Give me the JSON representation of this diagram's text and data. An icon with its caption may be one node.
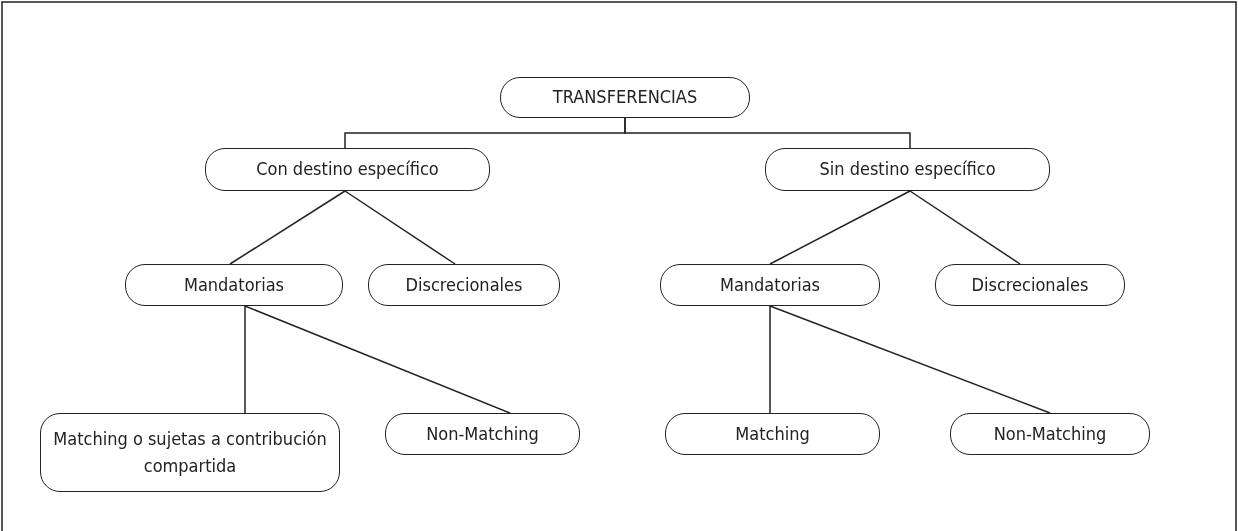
{
  "diagram": {
    "nodes": [
      {
        "text": [
          "TRANSFERENCIAS"
        ]
      },
      {
        "text": [
          "Con destino específico"
        ]
      },
      {
        "text": [
          "Sin destino específico"
        ]
      },
      {
        "text": [
          "Mandatorias"
        ]
      },
      {
        "text": [
          "Discrecionales"
        ]
      },
      {
        "text": [
          "Mandatorias"
        ]
      },
      {
        "text": [
          "Discrecionales"
        ]
      },
      {
        "text": [
          "Matching o sujetas a contribución compartida"
        ]
      },
      {
        "text": [
          "Non-Matching"
        ]
      },
      {
        "text": [
          "Matching"
        ]
      },
      {
        "text": [
          "Non-Matching"
        ]
      }
    ],
    "edges": [
      {
        "from": 0,
        "to": 1,
        "arrow": "none"
      },
      {
        "from": 0,
        "to": 2,
        "arrow": "none"
      },
      {
        "from": 1,
        "to": 3,
        "arrow": "none"
      },
      {
        "from": 1,
        "to": 4,
        "arrow": "none"
      },
      {
        "from": 2,
        "to": 5,
        "arrow": "none"
      },
      {
        "from": 2,
        "to": 6,
        "arrow": "none"
      },
      {
        "from": 3,
        "to": 7,
        "arrow": "none"
      },
      {
        "from": 3,
        "to": 8,
        "arrow": "none"
      },
      {
        "from": 5,
        "to": 9,
        "arrow": "none"
      },
      {
        "from": 5,
        "to": 10,
        "arrow": "none"
      }
    ]
  }
}
